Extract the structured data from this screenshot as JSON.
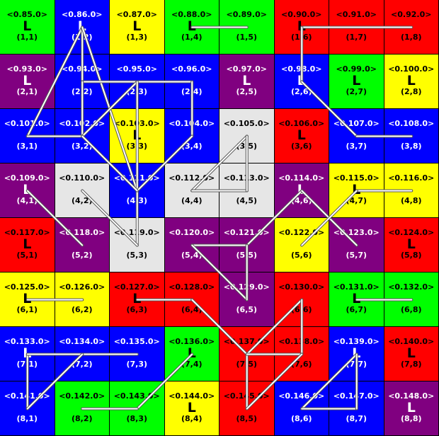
{
  "board": {
    "rows": 8,
    "cols": 8,
    "colors": {
      "green": "#00ff00",
      "blue": "#0000ff",
      "yellow": "#ffff00",
      "red": "#ff0000",
      "purple": "#800080",
      "gray": "#e6e6e6"
    },
    "line_color": "#ffffff",
    "cells": [
      {
        "id": "1_1",
        "value": "<0.85.0>",
        "position": "(1,1)",
        "color": "green",
        "mark": "L"
      },
      {
        "id": "1_2",
        "value": "<0.86.0>",
        "position": "(1,2)",
        "color": "blue",
        "mark": "L"
      },
      {
        "id": "1_3",
        "value": "<0.87.0>",
        "position": "(1,3)",
        "color": "yellow",
        "mark": "L"
      },
      {
        "id": "1_4",
        "value": "<0.88.0>",
        "position": "(1,4)",
        "color": "green",
        "mark": "L"
      },
      {
        "id": "1_5",
        "value": "<0.89.0>",
        "position": "(1,5)",
        "color": "green",
        "mark": ""
      },
      {
        "id": "1_6",
        "value": "<0.90.0>",
        "position": "(1,6)",
        "color": "red",
        "mark": "L"
      },
      {
        "id": "1_7",
        "value": "<0.91.0>",
        "position": "(1,7)",
        "color": "red",
        "mark": ""
      },
      {
        "id": "1_8",
        "value": "<0.92.0>",
        "position": "(1,8)",
        "color": "red",
        "mark": ""
      },
      {
        "id": "2_1",
        "value": "<0.93.0>",
        "position": "(2,1)",
        "color": "purple",
        "mark": "L"
      },
      {
        "id": "2_2",
        "value": "<0.94.0>",
        "position": "(2,2)",
        "color": "blue",
        "mark": ""
      },
      {
        "id": "2_3",
        "value": "<0.95.0>",
        "position": "(2,3)",
        "color": "blue",
        "mark": ""
      },
      {
        "id": "2_4",
        "value": "<0.96.0>",
        "position": "(2,4)",
        "color": "blue",
        "mark": ""
      },
      {
        "id": "2_5",
        "value": "<0.97.0>",
        "position": "(2,5)",
        "color": "purple",
        "mark": "L"
      },
      {
        "id": "2_6",
        "value": "<0.98.0>",
        "position": "(2,6)",
        "color": "blue",
        "mark": "L"
      },
      {
        "id": "2_7",
        "value": "<0.99.0>",
        "position": "(2,7)",
        "color": "green",
        "mark": "L"
      },
      {
        "id": "2_8",
        "value": "<0.100.0>",
        "position": "(2,8)",
        "color": "yellow",
        "mark": "L"
      },
      {
        "id": "3_1",
        "value": "<0.101.0>",
        "position": "(3,1)",
        "color": "blue",
        "mark": ""
      },
      {
        "id": "3_2",
        "value": "<0.102.0>",
        "position": "(3,2)",
        "color": "blue",
        "mark": ""
      },
      {
        "id": "3_3",
        "value": "<0.103.0>",
        "position": "(3,3)",
        "color": "yellow",
        "mark": "L"
      },
      {
        "id": "3_4",
        "value": "<0.104.0>",
        "position": "(3,4)",
        "color": "blue",
        "mark": ""
      },
      {
        "id": "3_5",
        "value": "<0.105.0>",
        "position": "(3,5)",
        "color": "gray",
        "mark": ""
      },
      {
        "id": "3_6",
        "value": "<0.106.0>",
        "position": "(3,6)",
        "color": "red",
        "mark": "L"
      },
      {
        "id": "3_7",
        "value": "<0.107.0>",
        "position": "(3,7)",
        "color": "blue",
        "mark": ""
      },
      {
        "id": "3_8",
        "value": "<0.108.0>",
        "position": "(3,8)",
        "color": "blue",
        "mark": ""
      },
      {
        "id": "4_1",
        "value": "<0.109.0>",
        "position": "(4,1)",
        "color": "purple",
        "mark": "L"
      },
      {
        "id": "4_2",
        "value": "<0.110.0>",
        "position": "(4,2)",
        "color": "gray",
        "mark": ""
      },
      {
        "id": "4_3",
        "value": "<0.111.0>",
        "position": "(4,3)",
        "color": "blue",
        "mark": ""
      },
      {
        "id": "4_4",
        "value": "<0.112.0>",
        "position": "(4,4)",
        "color": "gray",
        "mark": ""
      },
      {
        "id": "4_5",
        "value": "<0.113.0>",
        "position": "(4,5)",
        "color": "gray",
        "mark": ""
      },
      {
        "id": "4_6",
        "value": "<0.114.0>",
        "position": "(4,6)",
        "color": "purple",
        "mark": "L"
      },
      {
        "id": "4_7",
        "value": "<0.115.0>",
        "position": "(4,7)",
        "color": "yellow",
        "mark": "L"
      },
      {
        "id": "4_8",
        "value": "<0.116.0>",
        "position": "(4,8)",
        "color": "yellow",
        "mark": ""
      },
      {
        "id": "5_1",
        "value": "<0.117.0>",
        "position": "(5,1)",
        "color": "red",
        "mark": "L"
      },
      {
        "id": "5_2",
        "value": "<0.118.0>",
        "position": "(5,2)",
        "color": "purple",
        "mark": ""
      },
      {
        "id": "5_3",
        "value": "<0.119.0>",
        "position": "(5,3)",
        "color": "gray",
        "mark": ""
      },
      {
        "id": "5_4",
        "value": "<0.120.0>",
        "position": "(5,4)",
        "color": "purple",
        "mark": ""
      },
      {
        "id": "5_5",
        "value": "<0.121.0>",
        "position": "(5,5)",
        "color": "purple",
        "mark": ""
      },
      {
        "id": "5_6",
        "value": "<0.122.0>",
        "position": "(5,6)",
        "color": "yellow",
        "mark": ""
      },
      {
        "id": "5_7",
        "value": "<0.123.0>",
        "position": "(5,7)",
        "color": "purple",
        "mark": ""
      },
      {
        "id": "5_8",
        "value": "<0.124.0>",
        "position": "(5,8)",
        "color": "red",
        "mark": "L"
      },
      {
        "id": "6_1",
        "value": "<0.125.0>",
        "position": "(6,1)",
        "color": "yellow",
        "mark": "L"
      },
      {
        "id": "6_2",
        "value": "<0.126.0>",
        "position": "(6,2)",
        "color": "yellow",
        "mark": ""
      },
      {
        "id": "6_3",
        "value": "<0.127.0>",
        "position": "(6,3)",
        "color": "red",
        "mark": "L"
      },
      {
        "id": "6_4",
        "value": "<0.128.0>",
        "position": "(6,4)",
        "color": "red",
        "mark": ""
      },
      {
        "id": "6_5",
        "value": "<0.129.0>",
        "position": "(6,5)",
        "color": "purple",
        "mark": ""
      },
      {
        "id": "6_6",
        "value": "<0.130.0>",
        "position": "(6,6)",
        "color": "red",
        "mark": ""
      },
      {
        "id": "6_7",
        "value": "<0.131.0>",
        "position": "(6,7)",
        "color": "green",
        "mark": "L"
      },
      {
        "id": "6_8",
        "value": "<0.132.0>",
        "position": "(6,8)",
        "color": "green",
        "mark": ""
      },
      {
        "id": "7_1",
        "value": "<0.133.0>",
        "position": "(7,1)",
        "color": "blue",
        "mark": "L"
      },
      {
        "id": "7_2",
        "value": "<0.134.0>",
        "position": "(7,2)",
        "color": "blue",
        "mark": ""
      },
      {
        "id": "7_3",
        "value": "<0.135.0>",
        "position": "(7,3)",
        "color": "blue",
        "mark": ""
      },
      {
        "id": "7_4",
        "value": "<0.136.0>",
        "position": "(7,4)",
        "color": "green",
        "mark": "L"
      },
      {
        "id": "7_5",
        "value": "<0.137.0>",
        "position": "(7,5)",
        "color": "red",
        "mark": ""
      },
      {
        "id": "7_6",
        "value": "<0.138.0>",
        "position": "(7,6)",
        "color": "red",
        "mark": ""
      },
      {
        "id": "7_7",
        "value": "<0.139.0>",
        "position": "(7,7)",
        "color": "blue",
        "mark": "L"
      },
      {
        "id": "7_8",
        "value": "<0.140.0>",
        "position": "(7,8)",
        "color": "red",
        "mark": "L"
      },
      {
        "id": "8_1",
        "value": "<0.141.0>",
        "position": "(8,1)",
        "color": "blue",
        "mark": ""
      },
      {
        "id": "8_2",
        "value": "<0.142.0>",
        "position": "(8,2)",
        "color": "green",
        "mark": ""
      },
      {
        "id": "8_3",
        "value": "<0.143.0>",
        "position": "(8,3)",
        "color": "green",
        "mark": ""
      },
      {
        "id": "8_4",
        "value": "<0.144.0>",
        "position": "(8,4)",
        "color": "yellow",
        "mark": "L"
      },
      {
        "id": "8_5",
        "value": "<0.145.0>",
        "position": "(8,5)",
        "color": "red",
        "mark": ""
      },
      {
        "id": "8_6",
        "value": "<0.146.0>",
        "position": "(8,6)",
        "color": "blue",
        "mark": ""
      },
      {
        "id": "8_7",
        "value": "<0.147.0>",
        "position": "(8,7)",
        "color": "blue",
        "mark": ""
      },
      {
        "id": "8_8",
        "value": "<0.148.0>",
        "position": "(8,8)",
        "color": "purple",
        "mark": "L"
      }
    ],
    "connections": [
      [
        "1_2",
        "3_1"
      ],
      [
        "1_2",
        "2_2"
      ],
      [
        "1_2",
        "4_3"
      ],
      [
        "2_2",
        "2_3"
      ],
      [
        "2_2",
        "3_2"
      ],
      [
        "2_3",
        "3_2"
      ],
      [
        "2_3",
        "2_4"
      ],
      [
        "2_3",
        "5_3"
      ],
      [
        "2_4",
        "3_4"
      ],
      [
        "3_4",
        "4_3"
      ],
      [
        "3_2",
        "3_1"
      ],
      [
        "3_2",
        "4_3"
      ],
      [
        "1_4",
        "1_5"
      ],
      [
        "1_6",
        "1_8"
      ],
      [
        "1_6",
        "2_6"
      ],
      [
        "2_6",
        "3_7"
      ],
      [
        "3_7",
        "3_8"
      ],
      [
        "3_5",
        "4_4"
      ],
      [
        "4_4",
        "4_5"
      ],
      [
        "4_5",
        "3_5"
      ],
      [
        "4_1",
        "5_2"
      ],
      [
        "4_2",
        "5_3"
      ],
      [
        "4_6",
        "5_5"
      ],
      [
        "4_6",
        "5_7"
      ],
      [
        "4_7",
        "4_8"
      ],
      [
        "4_7",
        "5_6"
      ],
      [
        "5_4",
        "5_5"
      ],
      [
        "5_4",
        "6_5"
      ],
      [
        "5_5",
        "6_5"
      ],
      [
        "6_1",
        "6_2"
      ],
      [
        "6_3",
        "6_4"
      ],
      [
        "6_4",
        "7_5"
      ],
      [
        "6_7",
        "6_8"
      ],
      [
        "6_6",
        "7_5"
      ],
      [
        "6_6",
        "7_6"
      ],
      [
        "7_5",
        "8_5"
      ],
      [
        "7_5",
        "7_6"
      ],
      [
        "7_6",
        "8_5"
      ],
      [
        "7_1",
        "8_1"
      ],
      [
        "7_1",
        "7_3"
      ],
      [
        "7_2",
        "8_1"
      ],
      [
        "7_4",
        "8_3"
      ],
      [
        "8_2",
        "8_3"
      ],
      [
        "7_7",
        "8_6"
      ],
      [
        "8_6",
        "8_7"
      ],
      [
        "8_7",
        "7_7"
      ]
    ]
  }
}
